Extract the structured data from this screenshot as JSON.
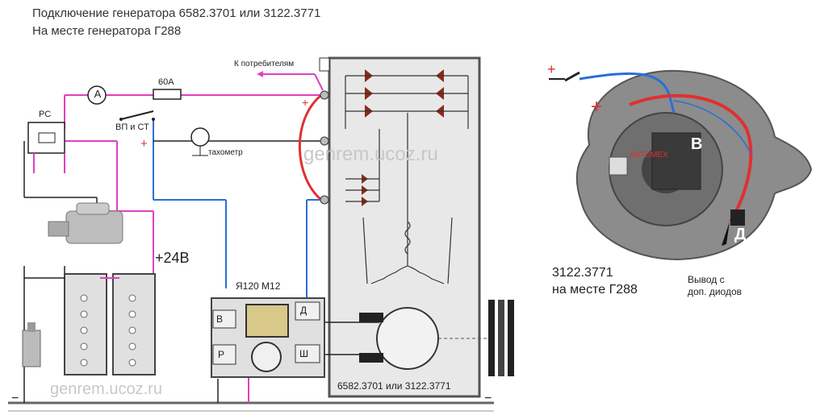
{
  "header": {
    "line1": "Подключение генератора 6582.3701 или 3122.3771",
    "line2": "На месте генератора  Г288"
  },
  "labels": {
    "ammeter": "A",
    "fuse": "60A",
    "consumers": "К потребителям",
    "ignition_switch": "ВП и СТ",
    "relay": "РС",
    "tachometer": "тахометр",
    "battery_voltage": "+24В",
    "regulator": "Я120 М12",
    "terminal_v": "В",
    "terminal_d": "Д",
    "terminal_r": "Р",
    "terminal_sh": "Ш",
    "alternator_model": "6582.3701 или 3122.3771",
    "plus_sign": "+",
    "minus_sign": "−"
  },
  "watermark": "genrem.ucoz.ru",
  "photo": {
    "terminal_b": "В",
    "terminal_d": "Д",
    "caption_line1": "3122.3771",
    "caption_line2": "на месте Г288",
    "note_line1": "Вывод с",
    "note_line2": "доп. диодов",
    "logo_text": "АВТОМЕХ"
  },
  "colors": {
    "magenta_wire": "#e040c0",
    "blue_wire": "#2a6fd6",
    "red_wire": "#e03030",
    "diode": "#8b2a1a",
    "panel": "#e8e8e8"
  }
}
